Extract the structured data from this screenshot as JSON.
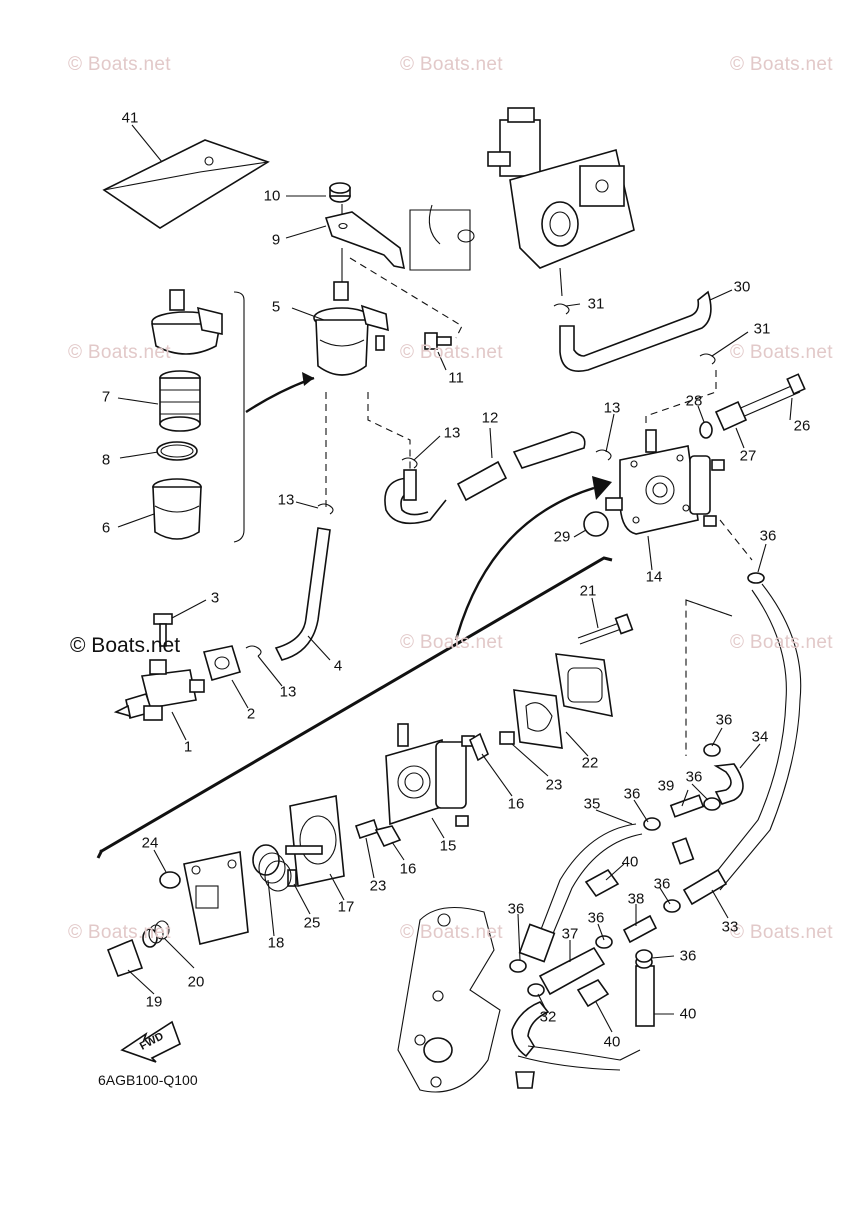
{
  "diagram": {
    "code": "6AGB100-Q100",
    "fwd_label": "FWD",
    "watermark": "© Boats.net",
    "watermark_strong": "© Boats.net"
  },
  "callouts": [
    "41",
    "10",
    "9",
    "5",
    "31",
    "30",
    "31",
    "7",
    "11",
    "8",
    "12",
    "13",
    "13",
    "28",
    "26",
    "27",
    "13",
    "6",
    "29",
    "14",
    "36",
    "3",
    "21",
    "4",
    "13",
    "2",
    "1",
    "36",
    "34",
    "22",
    "23",
    "16",
    "39",
    "36",
    "36",
    "35",
    "24",
    "15",
    "16",
    "23",
    "40",
    "17",
    "25",
    "18",
    "36",
    "36",
    "38",
    "33",
    "20",
    "37",
    "36",
    "19",
    "36",
    "32",
    "40"
  ],
  "parts": {
    "fuel_filter": "fuel-filter",
    "fuel_pump": "fuel-pump",
    "fuel_joint": "fuel-joint",
    "carburetor": "carburetor",
    "primer_bulb": "primer-bulb",
    "crankcase": "crankcase-outline"
  }
}
